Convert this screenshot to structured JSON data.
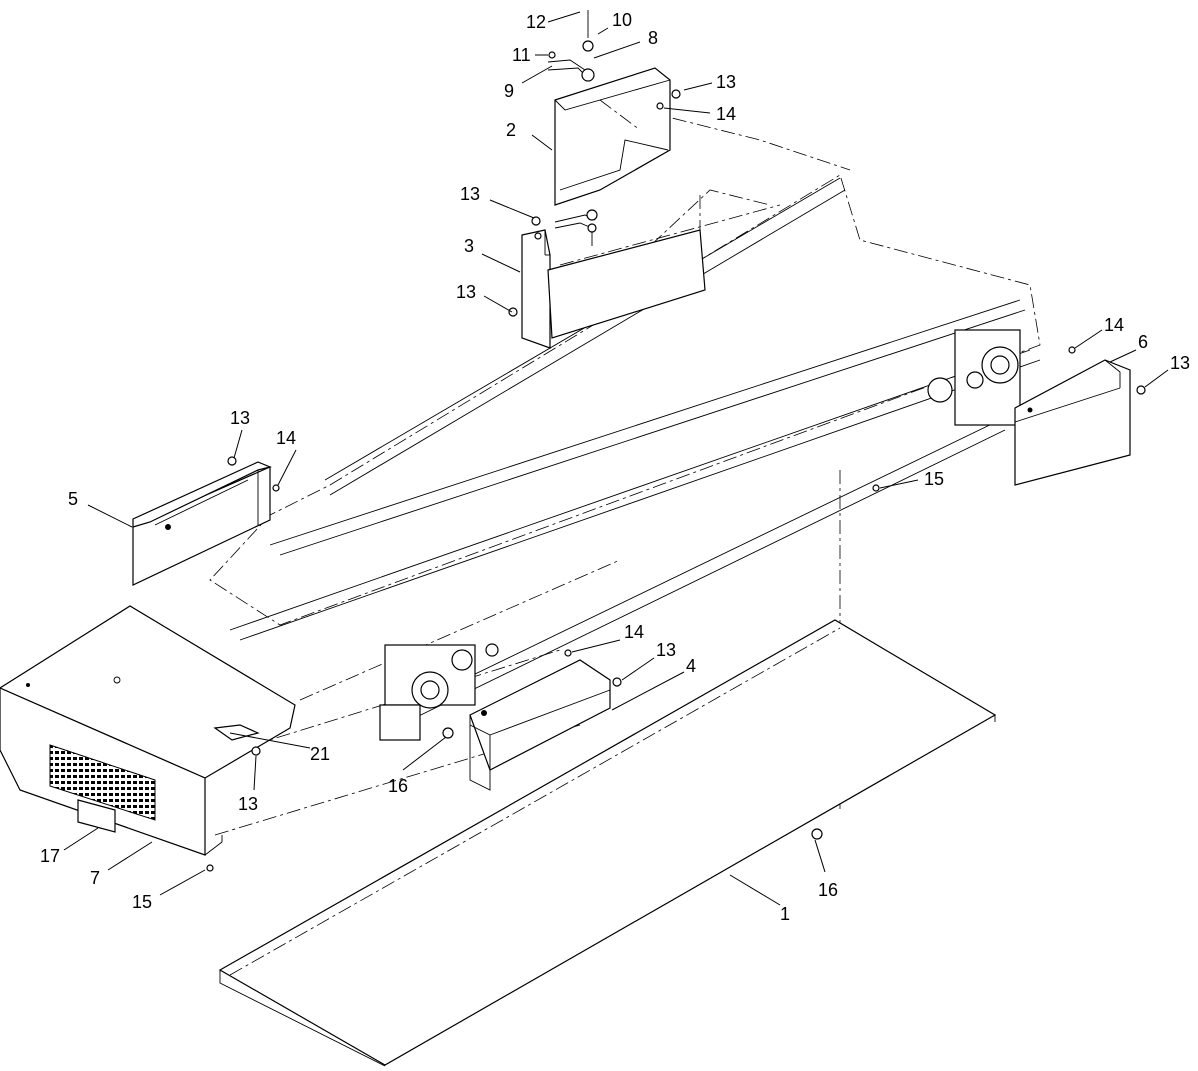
{
  "callouts": {
    "c1": "1",
    "c2": "2",
    "c3": "3",
    "c4": "4",
    "c5": "5",
    "c6": "6",
    "c7": "7",
    "c8": "8",
    "c9": "9",
    "c10": "10",
    "c11": "11",
    "c12": "12",
    "c13_top": "13",
    "c13_mid_upper": "13",
    "c13_mid_lower": "13",
    "c13_left": "13",
    "c13_right": "13",
    "c13_bottom_center": "13",
    "c13_bottom_left": "13",
    "c14_top": "14",
    "c14_left": "14",
    "c14_right": "14",
    "c14_center": "14",
    "c15_right": "15",
    "c15_left": "15",
    "c16_center": "16",
    "c16_right": "16",
    "c17": "17",
    "c21": "21"
  }
}
